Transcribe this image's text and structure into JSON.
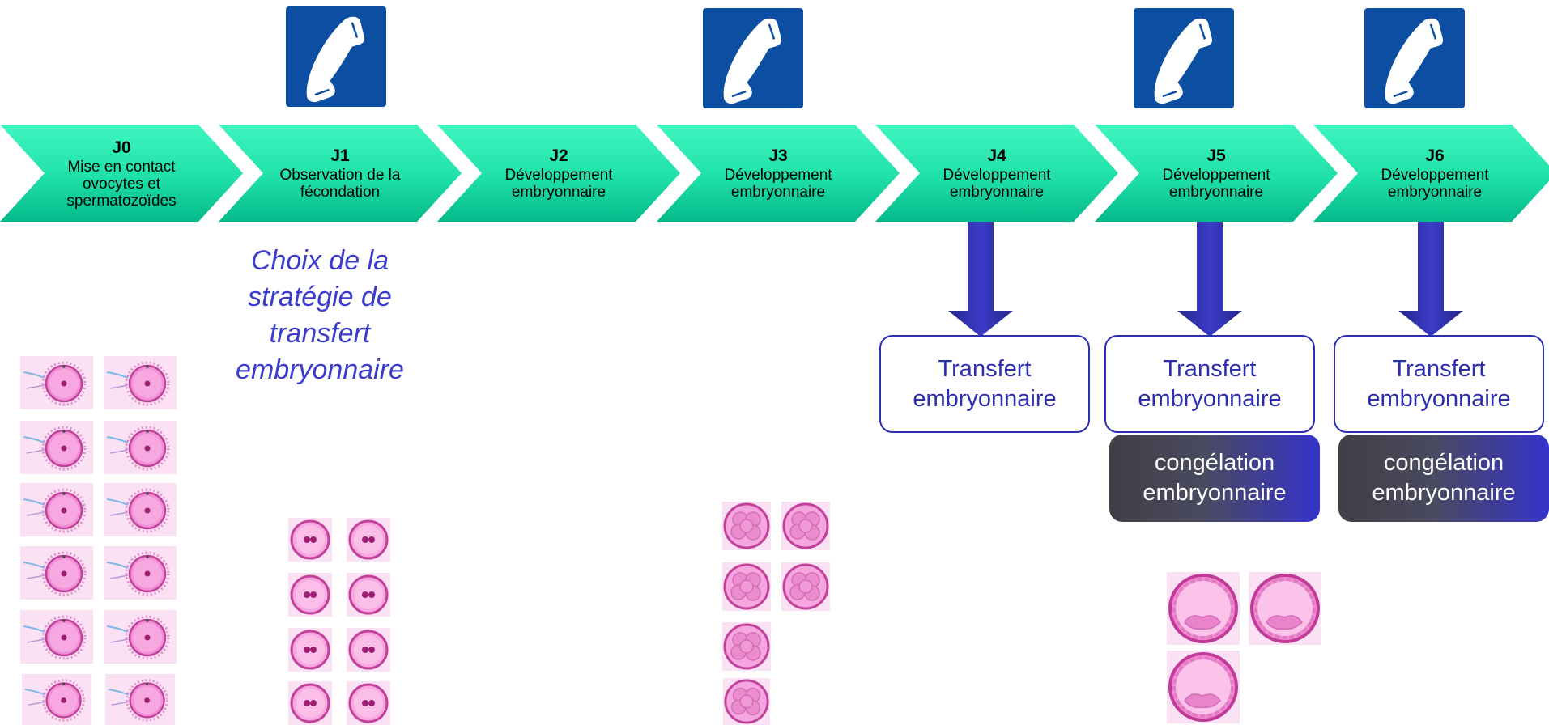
{
  "timeline": [
    {
      "day": "J0",
      "label_lines": [
        "Mise en contact",
        "ovocytes et",
        "spermatozoïdes"
      ],
      "phone": false
    },
    {
      "day": "J1",
      "label_lines": [
        "Observation de la",
        "fécondation"
      ],
      "phone": true
    },
    {
      "day": "J2",
      "label_lines": [
        "Développement",
        "embryonnaire"
      ],
      "phone": false
    },
    {
      "day": "J3",
      "label_lines": [
        "Développement",
        "embryonnaire"
      ],
      "phone": true
    },
    {
      "day": "J4",
      "label_lines": [
        "Développement",
        "embryonnaire"
      ],
      "phone": false
    },
    {
      "day": "J5",
      "label_lines": [
        "Développement",
        "embryonnaire"
      ],
      "phone": true
    },
    {
      "day": "J6",
      "label_lines": [
        "Développement",
        "embryonnaire"
      ],
      "phone": true
    }
  ],
  "strategy_lines": [
    "Choix de la",
    "stratégie de",
    "transfert",
    "embryonnaire"
  ],
  "transfer_lines": [
    "Transfert",
    "embryonnaire"
  ],
  "freeze_lines": [
    "congélation",
    "embryonnaire"
  ],
  "outcomes": [
    {
      "day": "J4",
      "transfer": true,
      "freeze": false
    },
    {
      "day": "J5",
      "transfer": true,
      "freeze": true
    },
    {
      "day": "J6",
      "transfer": true,
      "freeze": true
    }
  ],
  "illustrations": [
    {
      "stage": "oocyte-with-sperm",
      "day": "J0",
      "count": 12
    },
    {
      "stage": "two-pronuclei-zygote",
      "day": "J1",
      "count": 8
    },
    {
      "stage": "cleavage-embryo",
      "day": "J3",
      "count": 6
    },
    {
      "stage": "blastocyst",
      "day": "J5",
      "count": 3
    }
  ],
  "colors": {
    "chevron_light": "#3ff5c0",
    "chevron_dark": "#04b98a",
    "phone_bg": "#0b4ea2",
    "arrow": "#3b3cc8",
    "strategy_text": "#3b3ccf",
    "transfer_border": "#2c2eb0",
    "cell_bg": "#fbe1f4",
    "cell_membrane": "#c2419b"
  },
  "icons": {
    "phone": "phone-icon"
  }
}
